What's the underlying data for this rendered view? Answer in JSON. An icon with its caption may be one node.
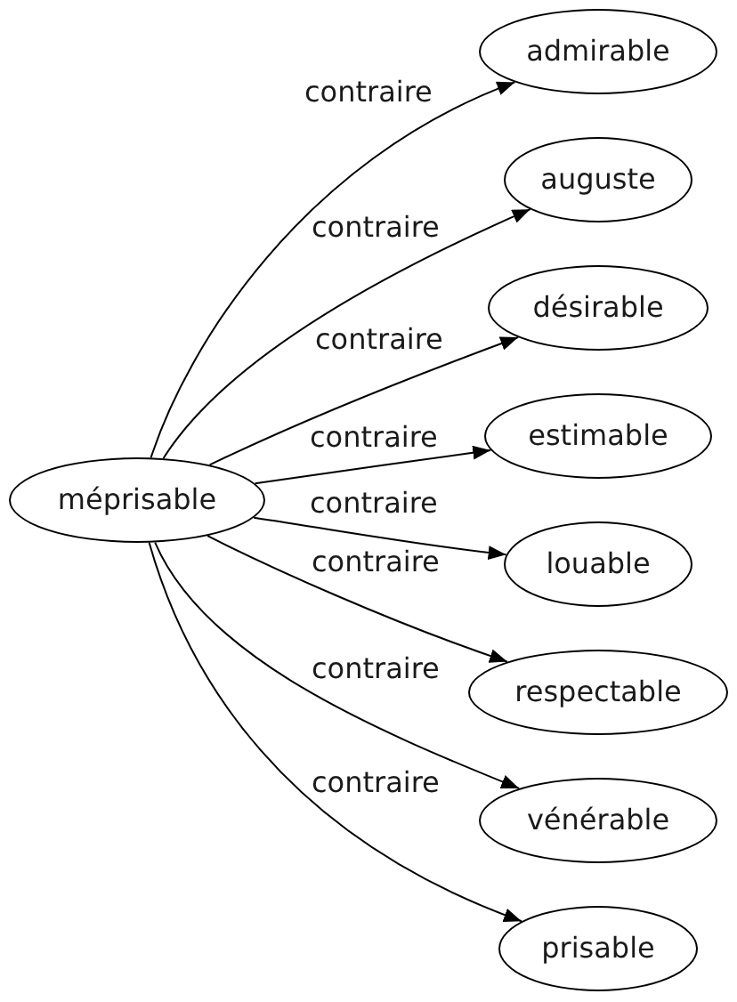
{
  "diagram": {
    "nodes": [
      {
        "text": [
          "méprisable"
        ]
      },
      {
        "text": [
          "admirable"
        ]
      },
      {
        "text": [
          "auguste"
        ]
      },
      {
        "text": [
          "désirable"
        ]
      },
      {
        "text": [
          "estimable"
        ]
      },
      {
        "text": [
          "louable"
        ]
      },
      {
        "text": [
          "respectable"
        ]
      },
      {
        "text": [
          "vénérable"
        ]
      },
      {
        "text": [
          "prisable"
        ]
      }
    ],
    "edges": [
      {
        "from": 0,
        "to": 1,
        "arrow": "to",
        "label": "contraire"
      },
      {
        "from": 0,
        "to": 2,
        "arrow": "to",
        "label": "contraire"
      },
      {
        "from": 0,
        "to": 3,
        "arrow": "to",
        "label": "contraire"
      },
      {
        "from": 0,
        "to": 4,
        "arrow": "to",
        "label": "contraire"
      },
      {
        "from": 0,
        "to": 5,
        "arrow": "to",
        "label": "contraire"
      },
      {
        "from": 0,
        "to": 6,
        "arrow": "to",
        "label": "contraire"
      },
      {
        "from": 0,
        "to": 7,
        "arrow": "to",
        "label": "contraire"
      },
      {
        "from": 0,
        "to": 8,
        "arrow": "to",
        "label": "contraire"
      }
    ]
  }
}
